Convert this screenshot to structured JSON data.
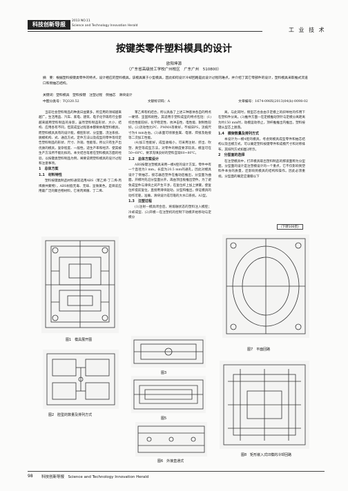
{
  "header": {
    "badge": "科技创新导报",
    "issue": "2013 NO.11",
    "journal_en": "Science and Technology Innovation Herald",
    "section": "工 业 技 术"
  },
  "title": "按键类零件塑料模具的设计",
  "author": "欧阳坤源",
  "affiliation": "（广东省高级技工学校广州校区　广东广州　510800）",
  "abstract": "摘　要：根据塑料按键类零件的特点，设计相应的塑料模具。该模具属于小型模具，因此如何设计冷却回路是此设计过程的难点，并介绍了其它零部件的设计，塑料模具采取推式流道口和侧抽芯结构。",
  "keywords": "关键词：塑料模具　塑料按键　注塑过程　侧抽芯　滑块设计",
  "meta": {
    "clc": "中图分类号：TQ320.52",
    "doc_code": "文献标识码：A",
    "article_id": "文章编号：1674-098X(2013)04(b)-0098-02"
  },
  "col1": {
    "intro": "当前社会塑料制品的种类日益繁多，所应用的领域越来越广，生活用品、汽车、家电、建筑、电子化学再有行业都越来越用塑料制品的身影，虽然塑料制品形状、大小、结构、应用各有不同，但其成型过程基本都要依靠塑料模具，而塑料模具具有的设计能，模腔形状、分型面、浇注系统、脱模机构、式、通造方式，定件方法以及成型的零件等均定告塑料制品的形状、尺寸、外观、性能等。所以只有生产出优质的模具，复杂程度、一般性，适生产率和经济、使其被生产方法所不能比拟的。本文结合笔者在塑料模具方面的经验，以按键类塑料制品为例，阐要说明塑料模具的设计过程和注意事项。",
    "h1": "1　总体方案",
    "h11": "1.1　材料特性",
    "p11": "塑料按键类制品材料通常选用ABS（苯乙烯-丁二烯-丙烯腈共聚物），ABS树脂无毒、无味、呈微黄色，是目前应用最广泛的聚合物材料，它将丙烯腈、丁二烯、"
  },
  "col2": {
    "p1": "苯乙烯有机结合，所以具备了上述三种基体各自的特点一硬韧、坚固和刚性，其适用于塑料成型的特点包括：(1)综合性能较好，化学稳定性、抗冲击性、电性能、耐制性较好。(2)流动性比PC、PMMA等要好，不如旧PS，流痕尺寸为4 mm左右。(3)表面可喷镀金属、电镀、焊接及粘接等二次加工性能。",
    "p2": "(4)加工性能好，成型收缩小，可采用注射、挤出、吹塑、真空等成型方法，对零件的精度要求较高，模温可在50~60℃，要求充填良好的塑料宜取60~80℃。",
    "h12": "1.2　总体方案设计",
    "p12": "ABS按键注塑模具采用一模4腔的设计方案，零件中有一个直径为3 mm，长度为20.5 mm的通孔，因此对模具设计了侧抽芯，接芯器后塑件在推动后推出，分型面为曲面，开模时先沿分型面分开，再由顶出板推出塑件。为了避免成型件与滑块之间产生干涉，在复位杆上加上弹簧，使复位杆提前复位，直接用滑块驱动，分型和推出，保证模具的动作可靠，准确，滑块设计成可靠的大水口系统，A3型。",
    "h13": "1.3　注塑过程",
    "p13": "(1)注射—模具闭合后，将熔融状态的塑料注入模腔；冷却成型、(2)开模—在注塑机的控制下动模开始移动与定模分"
  },
  "col3": {
    "p1": "离，与此同时，侧型芯也会由于定模上的斜导柱的作用下在塑料件分离。(3)推件方面—在定模推动顶针与定模分离距离为约150 mm时，动模运动停止，顶杆推推出内推出，塑料按键从型芯上脱落。",
    "h14": "1.4　模架数量及排列方式",
    "p14": "本设计为一模4腔的模具，考虑到模具成型零件和抽芯结构以及出模方式，可以确定塑料按键零件和成模尺寸和对称排布，其排列方式如图2所示。",
    "h2": "2　分型面的选择",
    "p2": "在注塑模具中，打开模具取出塑料制品的那道面称为分型面，分型面的设计是注塑模设计的一个重点，它不仅影响到塑料件本身的质量，还影响到模具的结构和操作。因此必须重视，分型面的确定应遵循以下",
    "more": "（下转100页）"
  },
  "figures": {
    "fig1": "图1　模具展开图",
    "fig2": "图2　腔型的数量及排列方式",
    "fig3": "图3",
    "fig5": "图5",
    "fig6": "图6　外接直通式",
    "fig7": "图7　平面回路",
    "fig8": "图8　矩形嵌入式凹模的冷却回路"
  },
  "footer": {
    "page": "98",
    "text": "科技创新导报　Science and Technology Innovation Herald"
  }
}
